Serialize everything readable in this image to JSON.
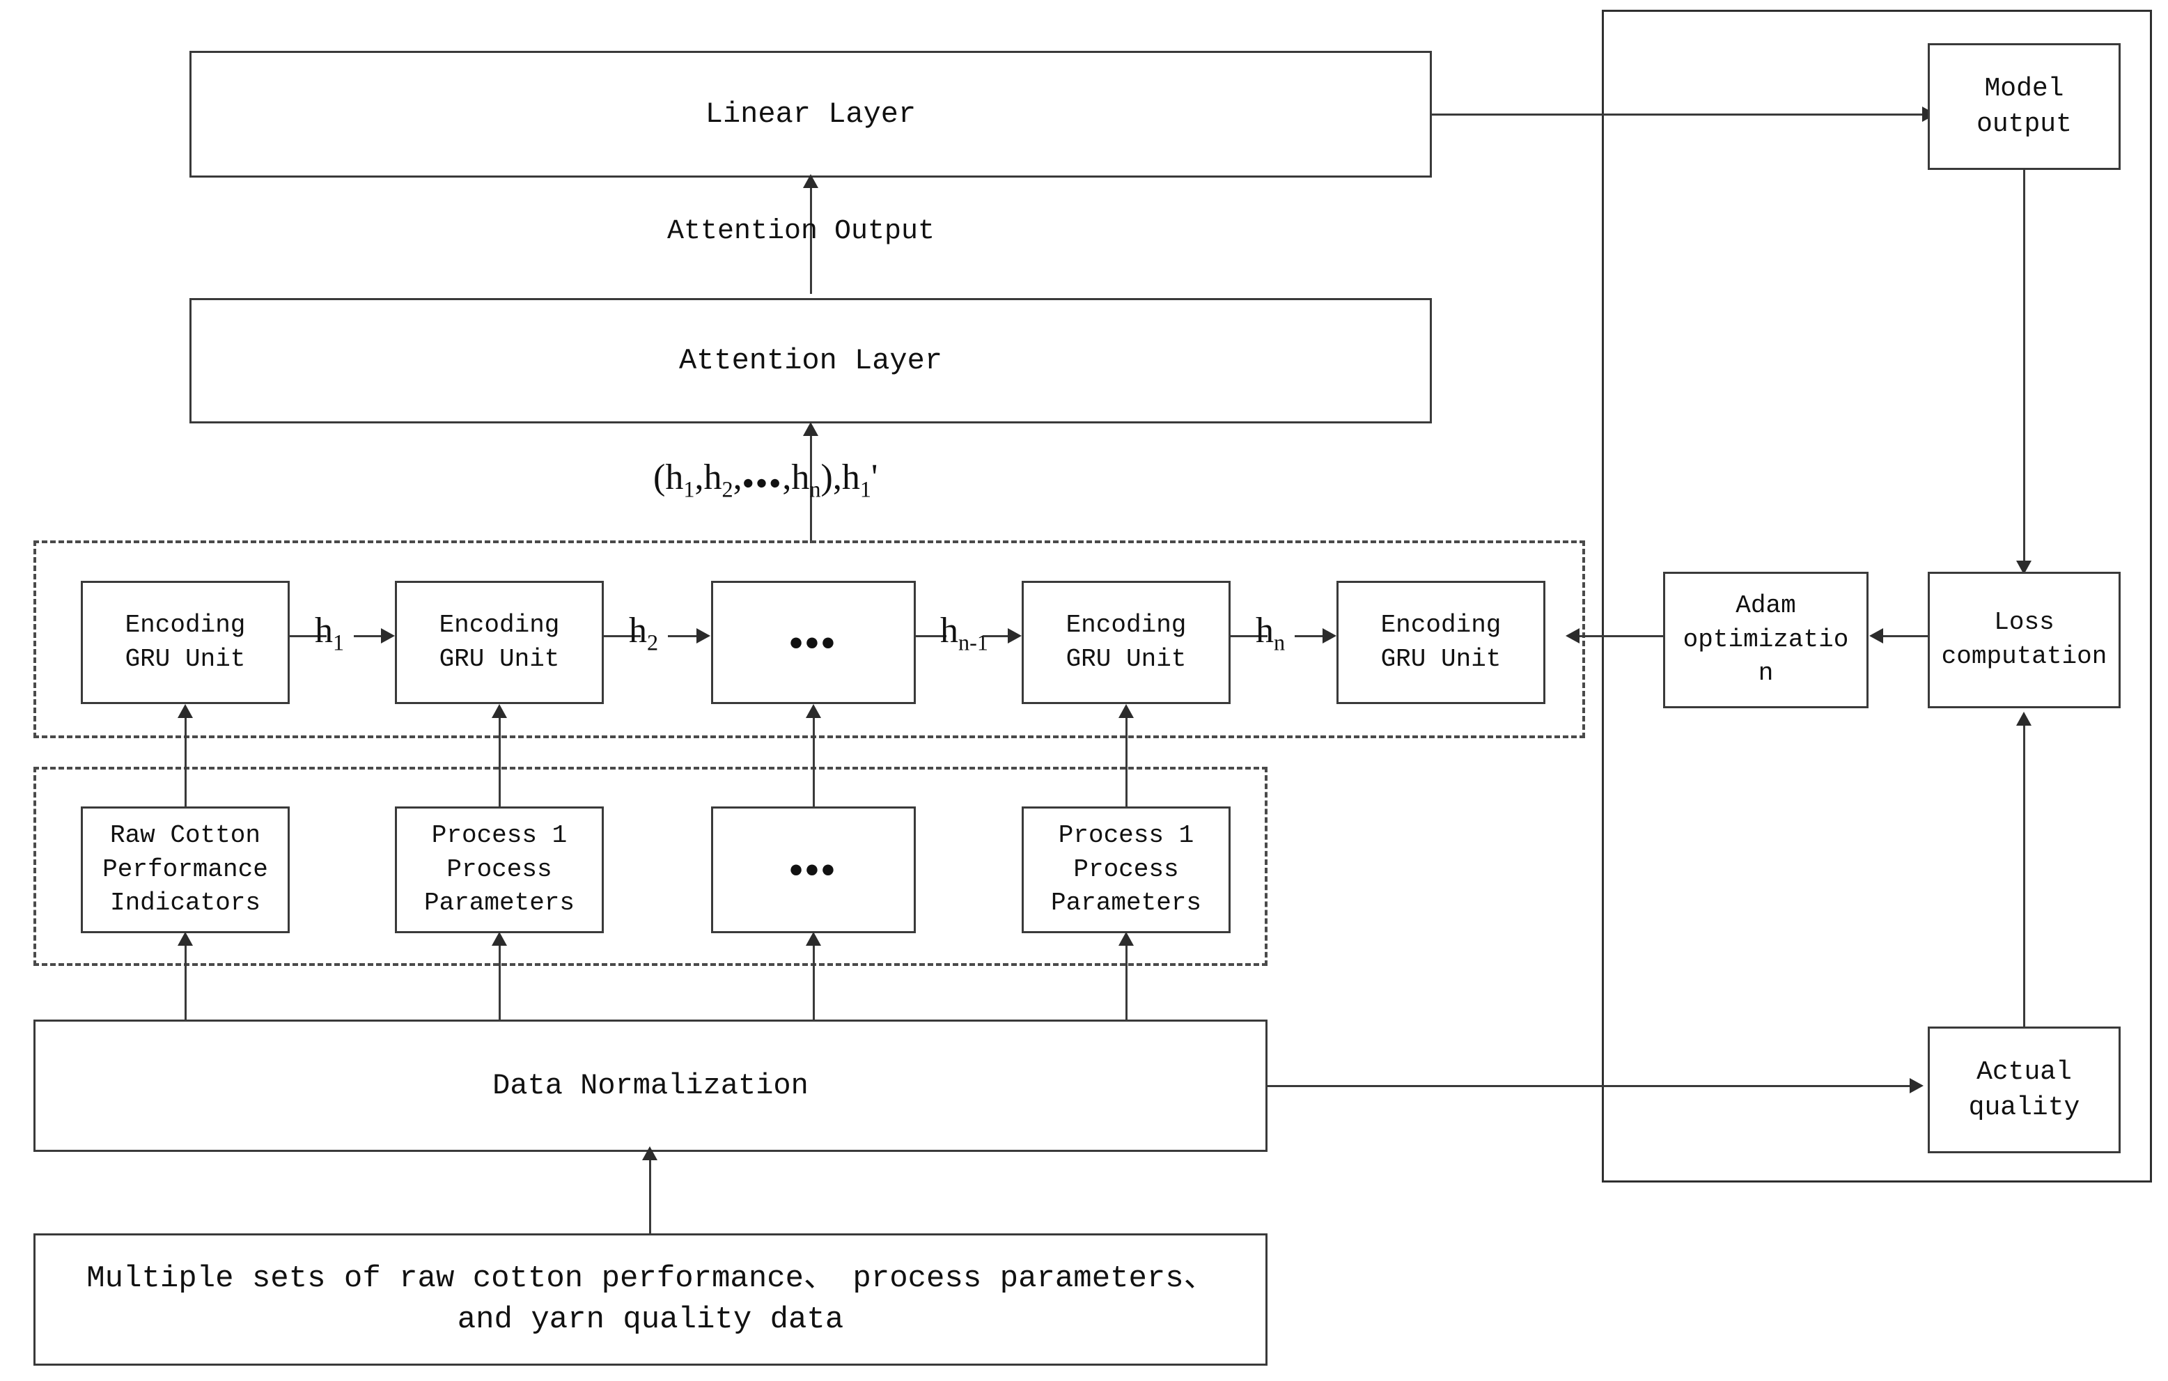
{
  "diagram": {
    "title": "GRU-Attention yarn quality prediction network architecture",
    "colors": {
      "stroke": "#3a3a3a",
      "dashed_stroke": "#4a4a4a",
      "text": "#111111",
      "background": "#ffffff"
    }
  },
  "blocks": {
    "linear_layer": "Linear Layer",
    "attention_layer": "Attention Layer",
    "data_normalization": "Data Normalization",
    "raw_data_source": "Multiple sets of raw cotton performance、 process parameters、 and yarn quality data",
    "model_output": "Model\noutput",
    "loss_computation": "Loss\ncomputation",
    "adam_optimization": "Adam\noptimizatio\nn",
    "actual_quality": "Actual\nquality"
  },
  "encoder_units": [
    {
      "label": "Encoding\nGRU Unit",
      "is_ellipsis": false
    },
    {
      "label": "Encoding\nGRU Unit",
      "is_ellipsis": false
    },
    {
      "label": "•••",
      "is_ellipsis": true
    },
    {
      "label": "Encoding\nGRU Unit",
      "is_ellipsis": false
    },
    {
      "label": "Encoding\nGRU Unit",
      "is_ellipsis": false
    }
  ],
  "input_features": [
    {
      "label": "Raw Cotton\nPerformance\nIndicators",
      "is_ellipsis": false
    },
    {
      "label": "Process 1\nProcess\nParameters",
      "is_ellipsis": false
    },
    {
      "label": "•••",
      "is_ellipsis": true
    },
    {
      "label": "Process 1\nProcess\nParameters",
      "is_ellipsis": false
    }
  ],
  "edge_labels": {
    "attention_output": "Attention Output",
    "hidden_state_tuple": "(h1,h2,⋯,hn),h1'",
    "h1": "h",
    "h1_sub": "1",
    "h2": "h",
    "h2_sub": "2",
    "hn_minus_1": "h",
    "hn_minus_1_sub": "n-1",
    "hn": "h",
    "hn_sub": "n"
  },
  "groups": {
    "encoder_group_name": "encoder-gru-dashed-group",
    "input_group_name": "input-features-dashed-group",
    "training_panel_name": "training-loop-panel"
  }
}
